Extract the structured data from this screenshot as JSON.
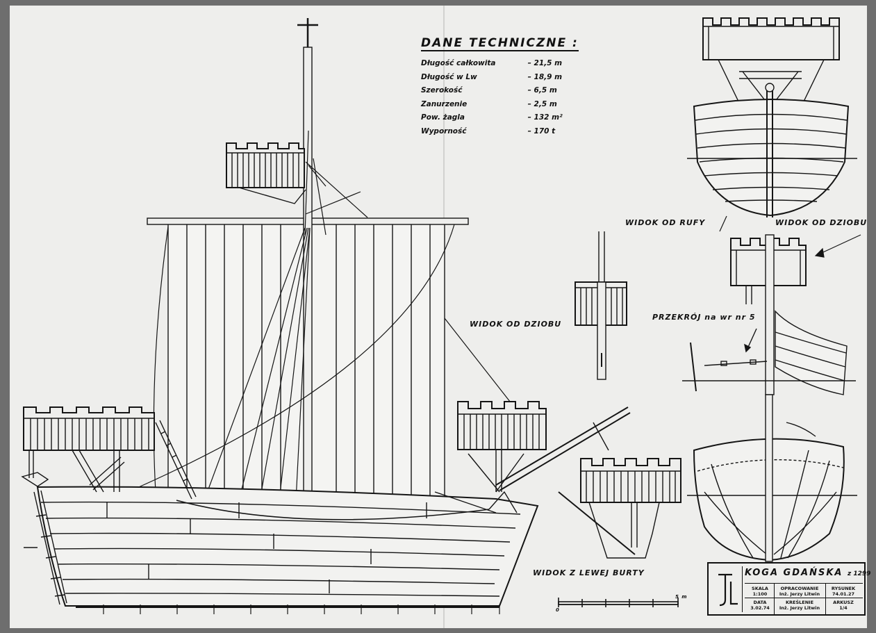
{
  "specs": {
    "title": "DANE TECHNICZNE :",
    "rows": [
      {
        "label": "Długość całkowita",
        "dots": "......",
        "value": "– 21,5 m"
      },
      {
        "label": "Długość w Lw",
        "dots": "...........",
        "value": "– 18,9 m"
      },
      {
        "label": "Szerokość",
        "dots": "...........",
        "value": "– 6,5 m"
      },
      {
        "label": "Zanurzenie",
        "dots": "..............",
        "value": "– 2,5 m"
      },
      {
        "label": "Pow. żagla",
        "dots": "............",
        "value": "– 132 m²"
      },
      {
        "label": "Wyporność",
        "dots": "...............",
        "value": "– 170 t"
      }
    ]
  },
  "labels": {
    "widok_od_rufy": "WIDOK OD RUFY",
    "widok_od_dziobu_right": "WIDOK OD DZIOBU",
    "widok_od_dziobu_mid": "WIDOK OD DZIOBU",
    "przekroj": "PRZEKRÓJ na wr nr 5",
    "widok_z_lewej_burty": "WIDOK Z LEWEJ BURTY"
  },
  "scale_bar": {
    "start": "0",
    "end": "5 m"
  },
  "title_block": {
    "title": "KOGA GDAŃSKA",
    "year": "z 1299",
    "skala_label": "SKALA",
    "skala_value": "1:100",
    "data_label": "DATA",
    "data_value": "3.02.74",
    "opracowanie_label": "OPRACOWANIE",
    "opracowanie_value": "Inż. Jerzy Litwin",
    "kreslenie_label": "KREŚLENIE",
    "kreslenie_value": "Inż. Jerzy Litwin",
    "rysunek_label": "RYSUNEK",
    "rysunek_value": "74.01.27",
    "arkusz_label": "ARKUSZ",
    "arkusz_value": "1/4"
  }
}
